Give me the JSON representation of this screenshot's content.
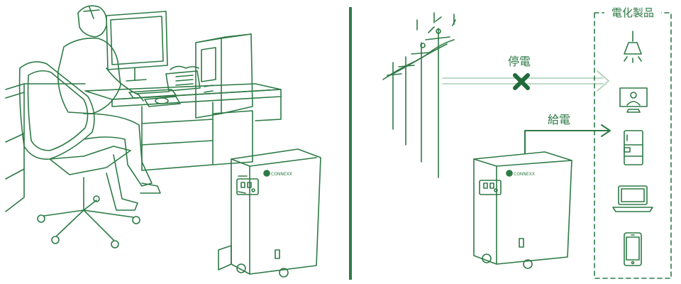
{
  "colors": {
    "accent": "#2e7a46",
    "accent_light": "#a9cdb4",
    "alert": "#1f6b39",
    "background": "#ffffff"
  },
  "left_panel": {
    "icon": "office-worker-at-desk-with-battery-icon"
  },
  "right_panel": {
    "outage_label": "停電",
    "outage_icon": "x-mark-icon",
    "supply_label": "給電",
    "appliances_title": "電化製品",
    "appliances": [
      {
        "icon": "ceiling-lamp-icon"
      },
      {
        "icon": "video-monitor-icon"
      },
      {
        "icon": "refrigerator-icon"
      },
      {
        "icon": "laptop-icon"
      },
      {
        "icon": "smartphone-icon"
      }
    ]
  },
  "battery_unit": {
    "brand_logo": "CONNEXX"
  }
}
